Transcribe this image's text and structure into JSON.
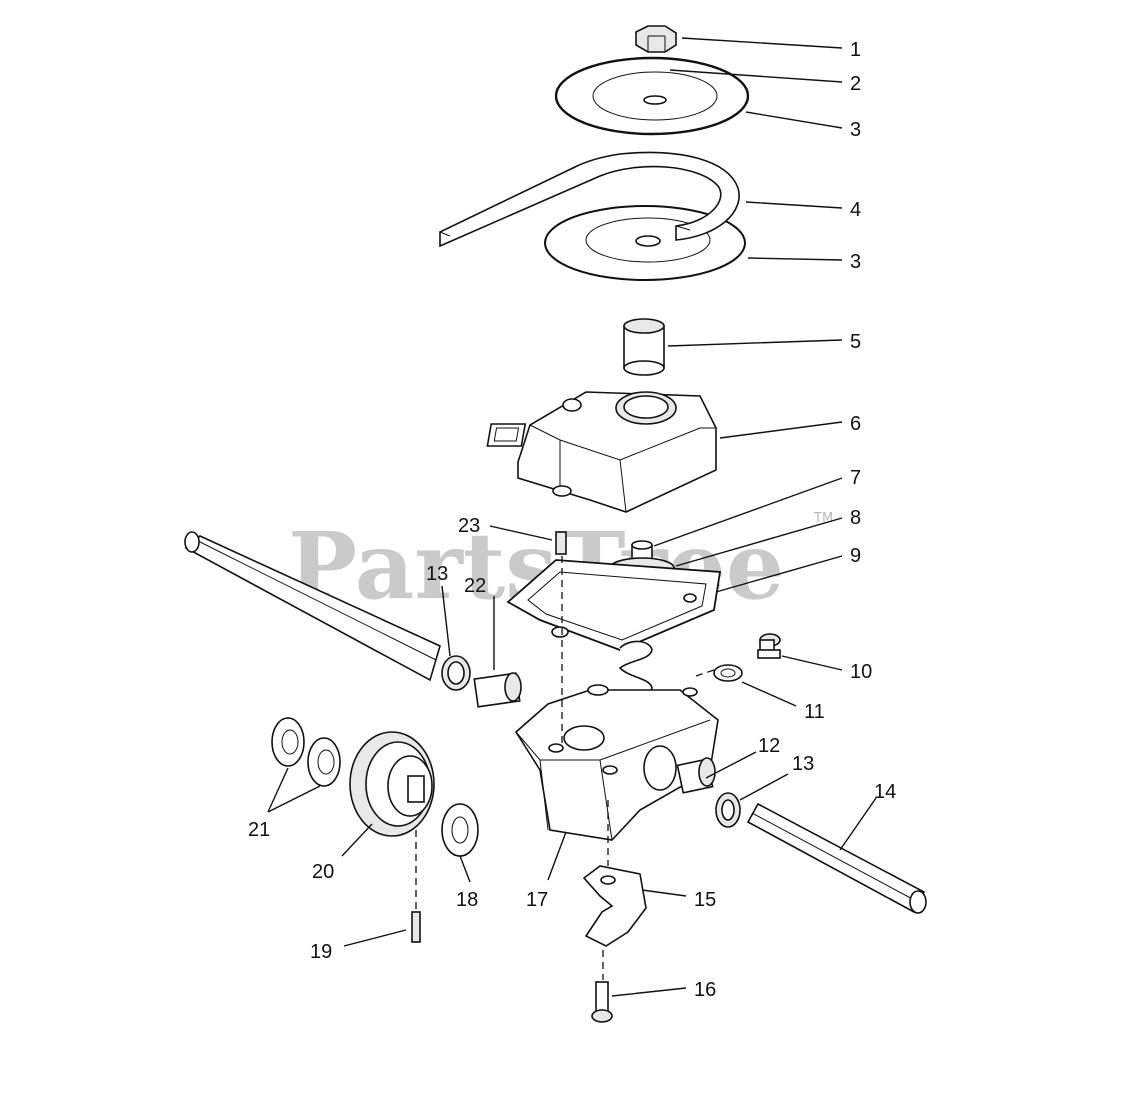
{
  "watermark": {
    "text": "PartsTree",
    "mark": "TM"
  },
  "callouts": {
    "c1": "1",
    "c2": "2",
    "c3a": "3",
    "c3b": "3",
    "c4": "4",
    "c5": "5",
    "c6": "6",
    "c7": "7",
    "c8": "8",
    "c9": "9",
    "c10": "10",
    "c11": "11",
    "c12": "12",
    "c13a": "13",
    "c13b": "13",
    "c14": "14",
    "c15": "15",
    "c16": "16",
    "c17": "17",
    "c18": "18",
    "c19": "19",
    "c20": "20",
    "c21": "21",
    "c22": "22",
    "c23": "23"
  }
}
